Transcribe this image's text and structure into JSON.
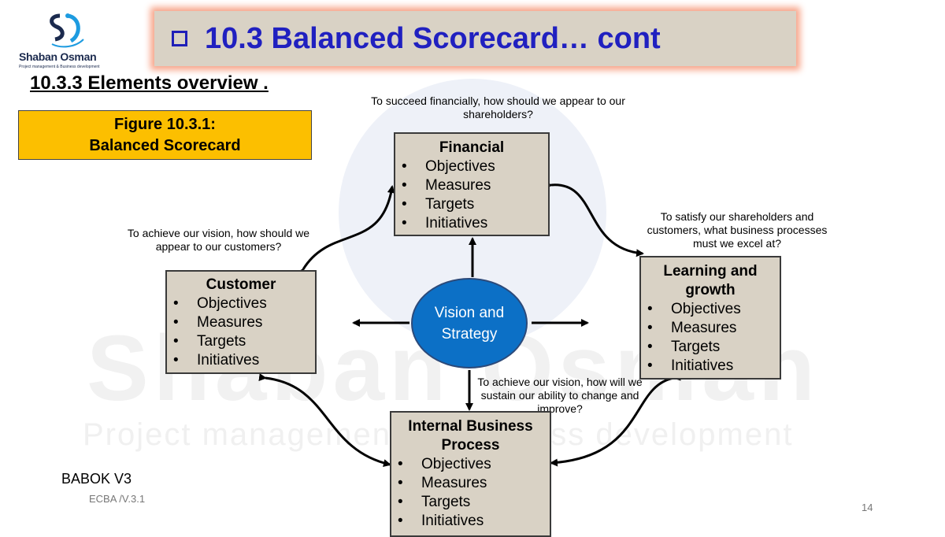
{
  "logo": {
    "name": "Shaban Osman",
    "tagline": "Project management & Business development"
  },
  "watermark": {
    "name": "Shaban Osman",
    "tagline": "Project management & Business development"
  },
  "title": "10.3 Balanced Scorecard… cont",
  "subheading": "10.3.3 Elements overview .",
  "figure_label": "Figure 10.3.1: Balanced Scorecard",
  "center": "Vision and Strategy",
  "perspectives": {
    "financial": {
      "title": "Financial",
      "items": [
        "Objectives",
        "Measures",
        "Targets",
        "Initiatives"
      ]
    },
    "customer": {
      "title": "Customer",
      "items": [
        "Objectives",
        "Measures",
        "Targets",
        "Initiatives"
      ]
    },
    "learning": {
      "title": "Learning and growth",
      "items": [
        "Objectives",
        "Measures",
        "Targets",
        "Initiatives"
      ]
    },
    "internal": {
      "title": "Internal Business Process",
      "items": [
        "Objectives",
        "Measures",
        "Targets",
        "Initiatives"
      ]
    }
  },
  "questions": {
    "financial": "To succeed financially, how should we appear to our shareholders?",
    "customer": "To achieve our vision, how should we appear to our customers?",
    "internal": "To satisfy our shareholders and customers, what business processes must we excel at?",
    "learning": "To achieve our vision, how will we sustain our ability to change and improve?"
  },
  "footer": {
    "source": "BABOK V3",
    "version": "ECBA /V.3.1",
    "page": "14"
  },
  "colors": {
    "title": "#2020c0",
    "box": "#d9d2c5",
    "figure_label": "#fcbf00",
    "vision": "#0c70c6"
  }
}
